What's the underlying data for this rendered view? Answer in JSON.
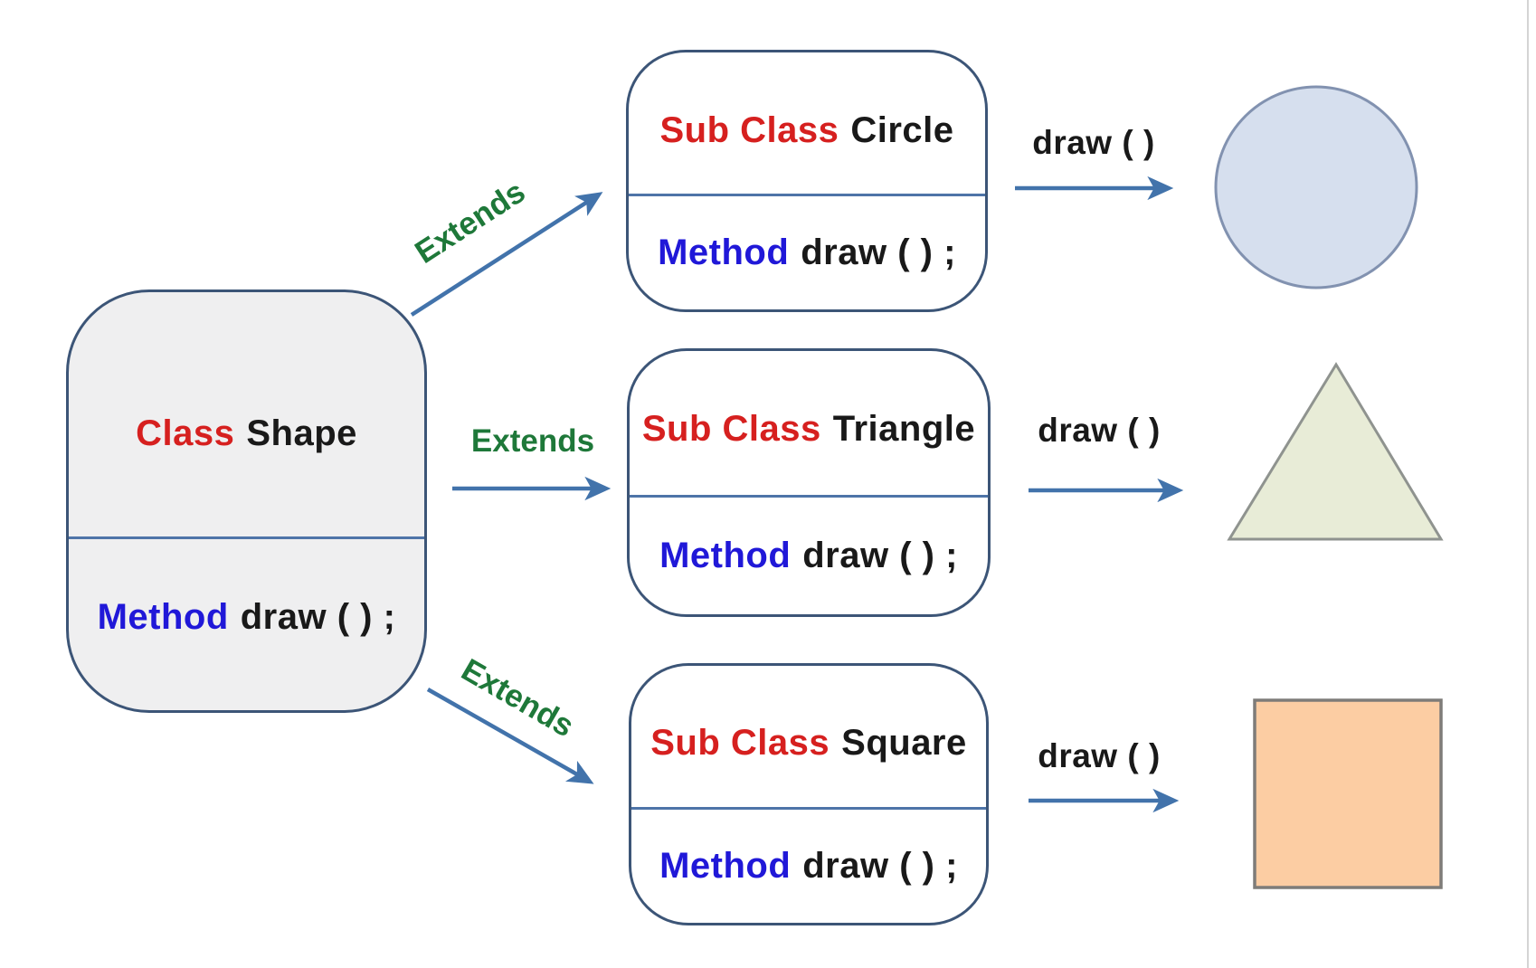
{
  "diagram": {
    "title_hint": "Polymorphism class diagram",
    "base_class": {
      "title_keyword": "Class",
      "title_name": "Shape",
      "method_keyword": "Method",
      "method_code": "draw ( ) ;"
    },
    "subclasses": [
      {
        "title_keyword": "Sub Class",
        "title_name": "Circle",
        "method_keyword": "Method",
        "method_code": "draw ( ) ;",
        "extends_label": "Extends",
        "arrow_label": "draw ( )",
        "result_shape": "circle"
      },
      {
        "title_keyword": "Sub Class",
        "title_name": "Triangle",
        "method_keyword": "Method",
        "method_code": "draw ( ) ;",
        "extends_label": "Extends",
        "arrow_label": "draw ( )",
        "result_shape": "triangle"
      },
      {
        "title_keyword": "Sub Class",
        "title_name": "Square",
        "method_keyword": "Method",
        "method_code": "draw ( ) ;",
        "extends_label": "Extends",
        "arrow_label": "draw ( )",
        "result_shape": "square"
      }
    ],
    "colors": {
      "keyword_red": "#d6201f",
      "method_blue": "#2018d8",
      "extends_green": "#1e7839",
      "name_black": "#191919",
      "arrow_blue": "#4273ab",
      "box_border": "#3c5577",
      "divider_blue": "#4e74a8",
      "base_fill": "#efeff0",
      "sub_fill": "#ffffff",
      "circle_fill": "#d6dfee",
      "circle_stroke": "#8292b0",
      "triangle_fill": "#e8ecd7",
      "triangle_stroke": "#8f938f",
      "square_fill": "#fccda3",
      "square_stroke": "#7e7c79"
    }
  }
}
